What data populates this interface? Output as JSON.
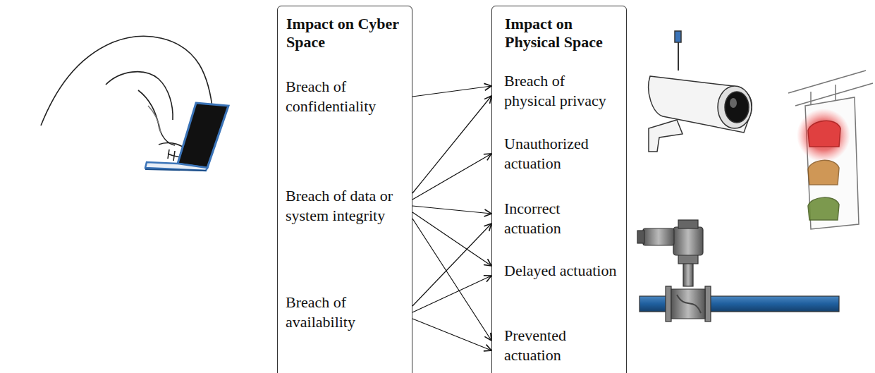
{
  "diagram": {
    "nodes": [
      {
        "text": [
          "Impact on Cyber Space"
        ]
      },
      {
        "text": [
          "Breach of confidentiality"
        ],
        "in": 0
      },
      {
        "text": [
          "Breach of data or system integrity"
        ],
        "in": 0
      },
      {
        "text": [
          "Breach of availability"
        ],
        "in": 0
      },
      {
        "text": [
          "Impact on Physical Space"
        ]
      },
      {
        "text": [
          "Breach of physical privacy"
        ],
        "in": 4
      },
      {
        "text": [
          "Unauthorized actuation"
        ],
        "in": 4
      },
      {
        "text": [
          "Incorrect actuation"
        ],
        "in": 4
      },
      {
        "text": [
          "Delayed actuation"
        ],
        "in": 4
      },
      {
        "text": [
          "Prevented actuation"
        ],
        "in": 4
      }
    ],
    "edges": [
      {
        "from": 1,
        "to": 5,
        "arrow": "to"
      },
      {
        "from": 2,
        "to": 5,
        "arrow": "to"
      },
      {
        "from": 2,
        "to": 6,
        "arrow": "to"
      },
      {
        "from": 2,
        "to": 7,
        "arrow": "to"
      },
      {
        "from": 2,
        "to": 8,
        "arrow": "to"
      },
      {
        "from": 2,
        "to": 9,
        "arrow": "to"
      },
      {
        "from": 3,
        "to": 7,
        "arrow": "to"
      },
      {
        "from": 3,
        "to": 8,
        "arrow": "to"
      },
      {
        "from": 3,
        "to": 9,
        "arrow": "to"
      }
    ]
  }
}
